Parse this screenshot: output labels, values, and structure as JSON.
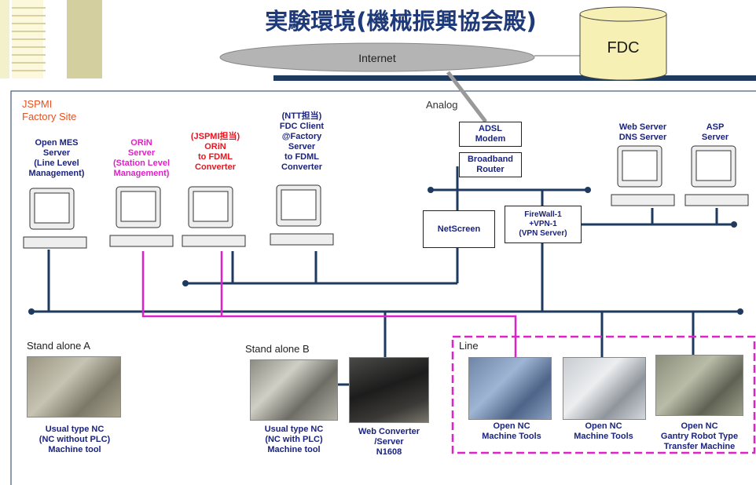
{
  "title": "実験環境(機械振興協会殿)",
  "fdc": "FDC",
  "internet": "Internet",
  "analog": "Analog",
  "site": {
    "line1": "JSPMI",
    "line2": "Factory Site"
  },
  "computers": {
    "open_mes": [
      "Open MES",
      "Server",
      "(Line Level",
      "Management)"
    ],
    "orin_server": [
      "ORiN",
      "Server",
      "(Station Level",
      "Management)"
    ],
    "orin_fdml": [
      "(JSPMI担当)",
      "ORiN",
      "to FDML",
      "Converter"
    ],
    "fdc_client": [
      "(NTT担当)",
      "FDC Client",
      "@Factory",
      "Server",
      "to FDML",
      "Converter"
    ],
    "web_server": [
      "Web Server",
      "DNS Server"
    ],
    "asp_server": [
      "ASP",
      "Server"
    ]
  },
  "devices": {
    "adsl": [
      "ADSL",
      "Modem"
    ],
    "router": [
      "Broadband",
      "Router"
    ],
    "netscreen": "NetScreen",
    "firewall": [
      "FireWall-1",
      "+VPN-1",
      "(VPN Server)"
    ]
  },
  "groups": {
    "standalone_a": "Stand alone A",
    "standalone_b": "Stand alone B",
    "line": "Line"
  },
  "machines": {
    "usual_nc_a": [
      "Usual type NC",
      "(NC without PLC)",
      "Machine tool"
    ],
    "usual_nc_b": [
      "Usual type NC",
      "(NC with PLC)",
      "Machine tool"
    ],
    "web_converter": [
      "Web Converter",
      "/Server",
      "N1608"
    ],
    "open_nc_1": [
      "Open NC",
      "Machine Tools"
    ],
    "open_nc_2": [
      "Open NC",
      "Machine Tools"
    ],
    "open_nc_3": [
      "Open NC",
      "Gantry Robot Type",
      "Transfer Machine"
    ]
  },
  "colors": {
    "title": "#1f3a7a",
    "bus": "#1e3a5f",
    "magenta_link": "#e020c8",
    "line_group": "#e020c8",
    "site_label": "#e8501f"
  }
}
